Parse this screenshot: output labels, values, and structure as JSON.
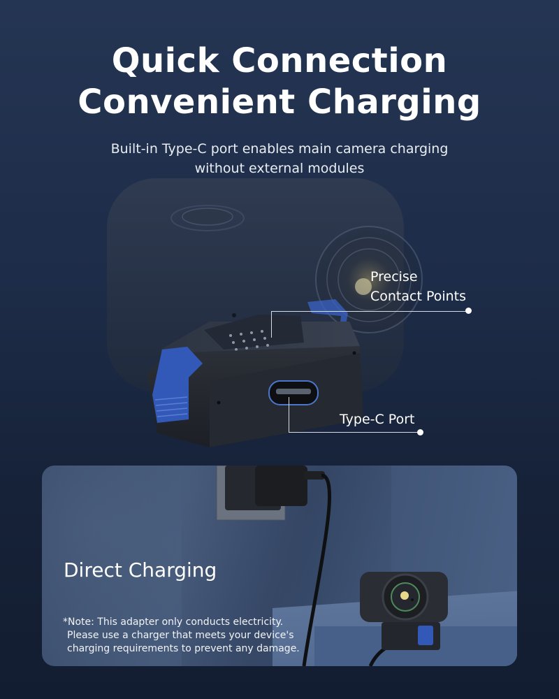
{
  "header": {
    "title_line1": "Quick Connection",
    "title_line2": "Convenient Charging",
    "subtitle_line1": "Built-in Type-C port enables main camera charging",
    "subtitle_line2": "without external modules"
  },
  "product": {
    "callouts": [
      {
        "id": "contact-points",
        "line1": "Precise",
        "line2": "Contact Points"
      },
      {
        "id": "type-c-port",
        "label": "Type-C Port"
      }
    ]
  },
  "charging_panel": {
    "title": "Direct Charging",
    "note_line1": "*Note: This adapter only conducts electricity.",
    "note_line2": "Please use a charger that meets your device's",
    "note_line3": "charging requirements to prevent any damage."
  },
  "colors": {
    "background_top": "#243553",
    "background_bottom": "#131d31",
    "accent_blue": "#3a63c4",
    "panel_blue": "#45597a",
    "text": "#ffffff"
  }
}
